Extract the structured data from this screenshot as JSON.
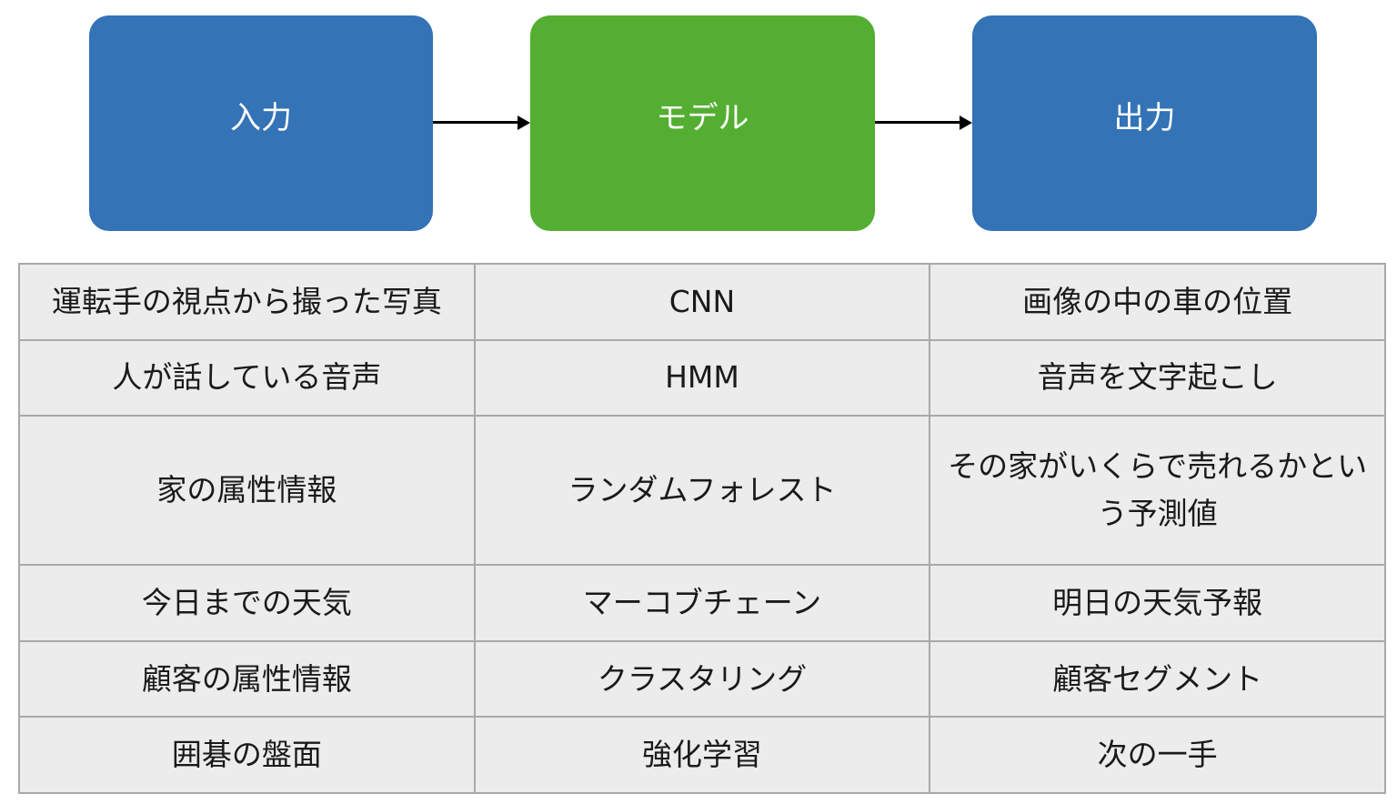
{
  "diagram": {
    "boxes": {
      "input": {
        "label": "入力",
        "color": "#3373b6"
      },
      "model": {
        "label": "モデル",
        "color": "#53ae31"
      },
      "output": {
        "label": "出力",
        "color": "#3373b6"
      }
    }
  },
  "table": {
    "rows": [
      [
        "運転手の視点から撮った写真",
        "CNN",
        "画像の中の車の位置"
      ],
      [
        "人が話している音声",
        "HMM",
        "音声を文字起こし"
      ],
      [
        "家の属性情報",
        "ランダムフォレスト",
        "その家がいくらで売れるかという予測値"
      ],
      [
        "今日までの天気",
        "マーコブチェーン",
        "明日の天気予報"
      ],
      [
        "顧客の属性情報",
        "クラスタリング",
        "顧客セグメント"
      ],
      [
        "囲碁の盤面",
        "強化学習",
        "次の一手"
      ]
    ]
  }
}
